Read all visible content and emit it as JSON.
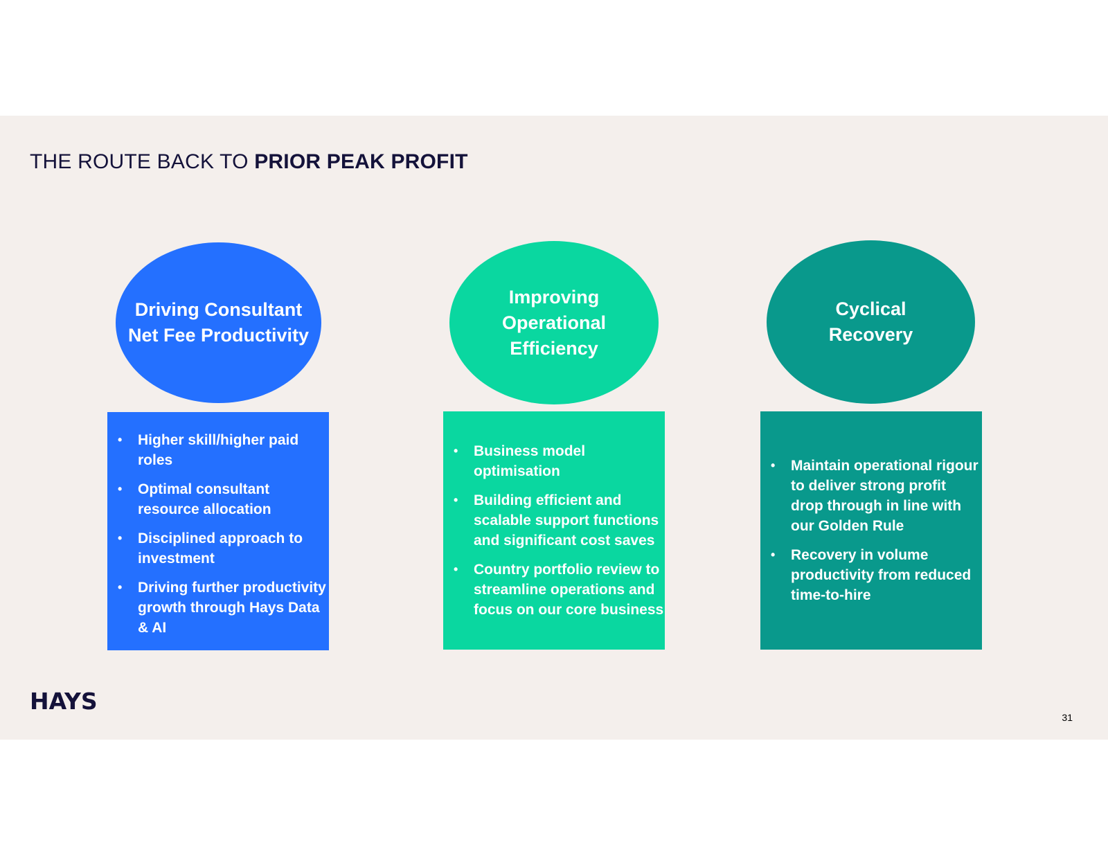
{
  "slide": {
    "title_prefix": "THE ROUTE BACK TO ",
    "title_bold": "PRIOR PEAK PROFIT",
    "logo_text": "HAYS",
    "page_number": "31"
  },
  "pillars": [
    {
      "heading_lines": [
        "Driving Consultant",
        "Net Fee Productivity"
      ],
      "color": "#2470ff",
      "bullets": [
        "Higher skill/higher paid roles",
        "Optimal consultant resource allocation",
        "Disciplined approach to investment",
        "Driving further productivity growth through Hays Data & AI"
      ]
    },
    {
      "heading_lines": [
        "Improving",
        "Operational",
        "Efficiency"
      ],
      "color": "#0ad7a0",
      "bullets": [
        "Business model optimisation",
        "Building efficient and scalable support functions and significant cost saves",
        "Country portfolio review to streamline operations and focus on our core business"
      ]
    },
    {
      "heading_lines": [
        "Cyclical",
        "Recovery"
      ],
      "color": "#09998c",
      "bullets": [
        "Maintain operational rigour to deliver strong profit drop through in line with our Golden Rule",
        "Recovery in volume productivity from reduced time-to-hire"
      ]
    }
  ]
}
